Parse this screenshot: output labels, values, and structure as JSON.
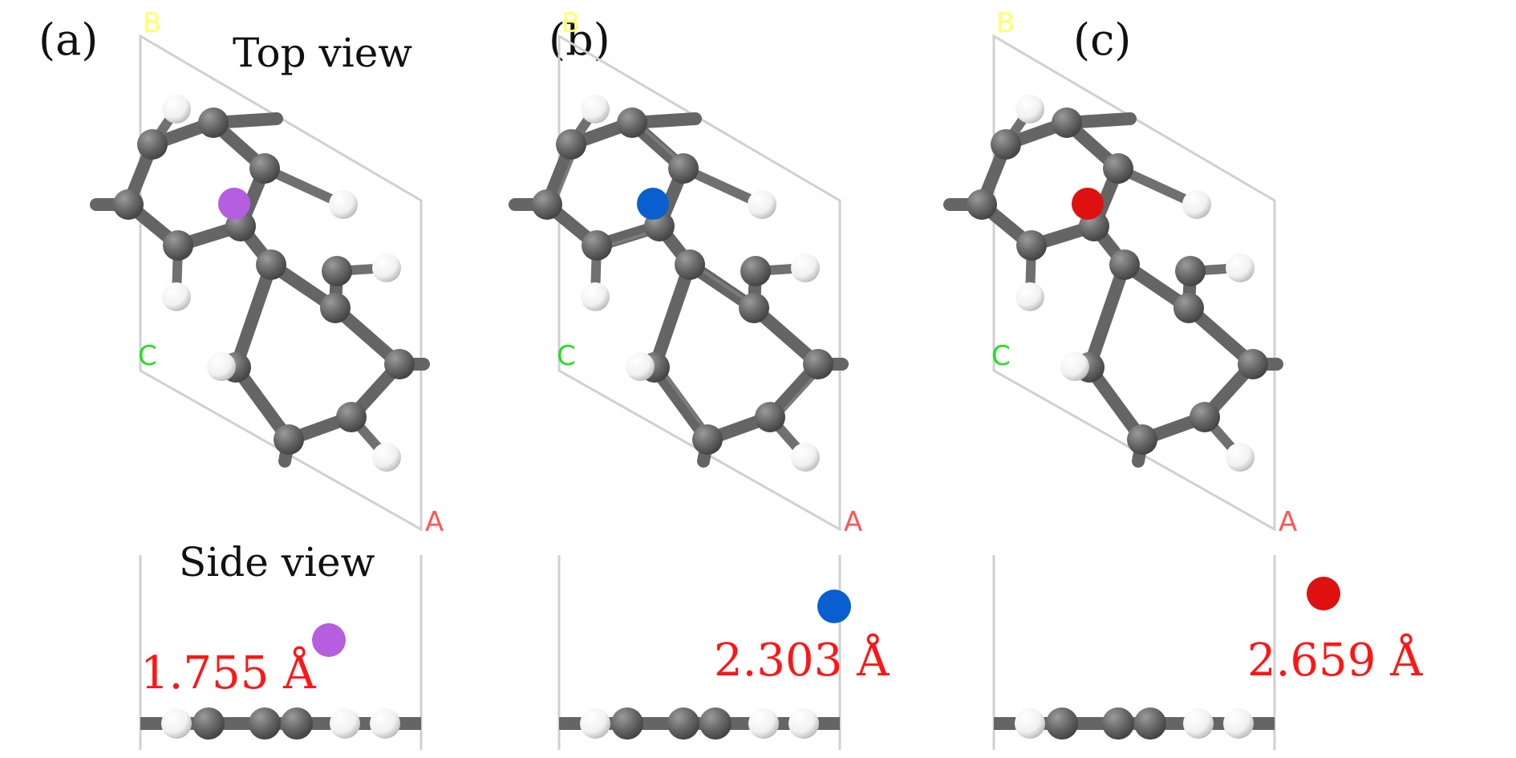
{
  "figure": {
    "top_view_label": "Top view",
    "side_view_label": "Side view"
  },
  "axis_labels": {
    "b": "B",
    "c": "C",
    "a": "A"
  },
  "colors": {
    "carbon": "#656565",
    "hydrogen": "#f5f5f5",
    "cell_line": "#d0d0d0",
    "axis_b": "#ffff66",
    "axis_c": "#22e022",
    "axis_a": "#ff5555",
    "measurement": "#ff1515"
  },
  "panels": [
    {
      "label": "(a)",
      "adatom_name": "purple-adatom",
      "adatom_color": "#b55ee0",
      "distance_label": "1.755 Å"
    },
    {
      "label": "(b)",
      "adatom_name": "blue-adatom",
      "adatom_color": "#0a5fd0",
      "distance_label": "2.303 Å"
    },
    {
      "label": "(c)",
      "adatom_name": "red-adatom",
      "adatom_color": "#df1010",
      "distance_label": "2.659 Å"
    }
  ]
}
